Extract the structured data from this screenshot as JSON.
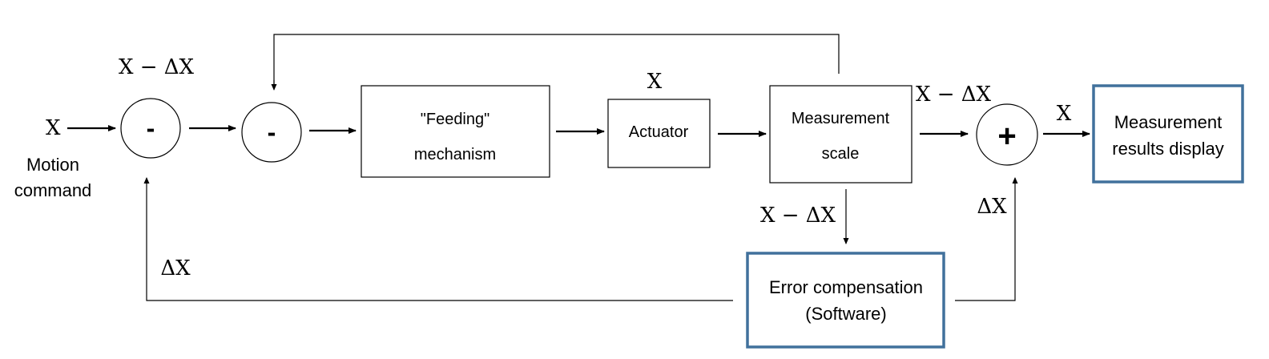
{
  "labels": {
    "input_x": "X",
    "motion_command_line1": "Motion",
    "motion_command_line2": "command",
    "x_minus_dx_top": "X − ΔX",
    "x_above_actuator": "X",
    "x_minus_dx_after_scale": "X − ΔX",
    "x_minus_dx_below_scale": "X − ΔX",
    "x_output": "X",
    "dx_feedback": "ΔX",
    "dx_to_adder": "ΔX"
  },
  "blocks": {
    "comparator1_sign": "-",
    "comparator2_sign": "-",
    "adder_sign": "+",
    "feeding_line1": "\"Feeding\"",
    "feeding_line2": "mechanism",
    "actuator": "Actuator",
    "measurement_scale_line1": "Measurement",
    "measurement_scale_line2": "scale",
    "display_line1": "Measurement",
    "display_line2": "results display",
    "error_comp_line1": "Error compensation",
    "error_comp_line2": "(Software)"
  },
  "colors": {
    "highlight_border": "#41719c",
    "line": "#000000"
  }
}
